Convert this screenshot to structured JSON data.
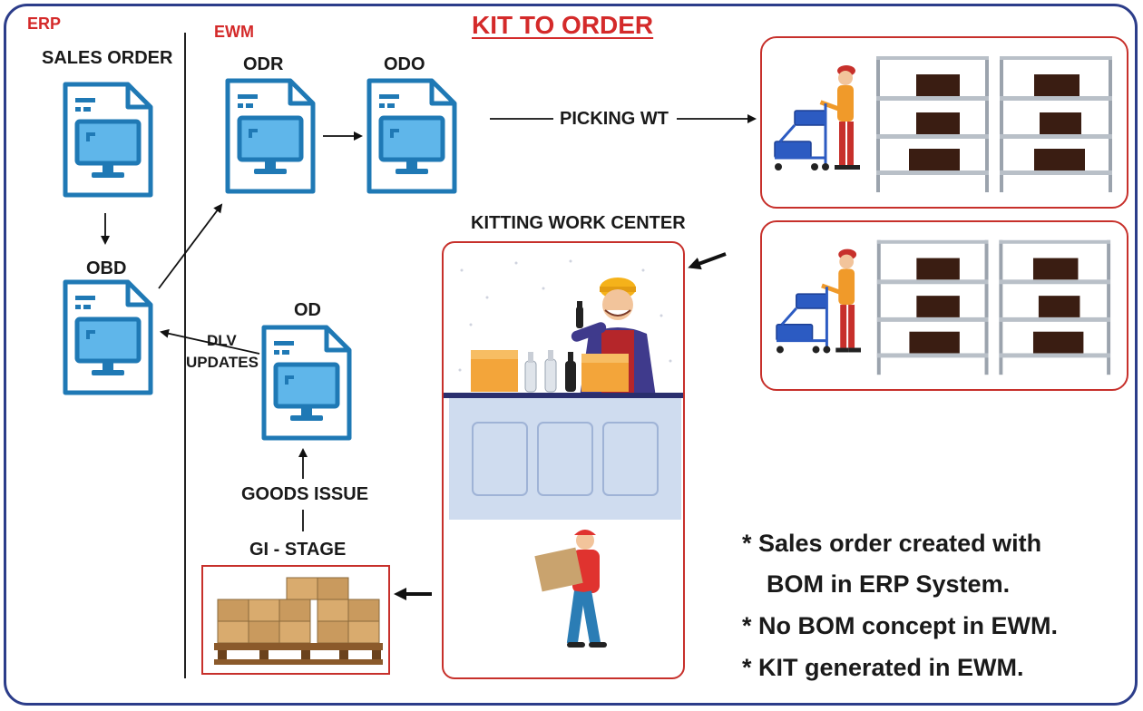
{
  "title": "KIT TO ORDER",
  "sections": {
    "erp": "ERP",
    "ewm": "EWM"
  },
  "docs": {
    "sales_order": "SALES ORDER",
    "obd": "OBD",
    "odr": "ODR",
    "odo": "ODO",
    "od": "OD"
  },
  "labels": {
    "picking_wt": "PICKING WT",
    "kitting_work_center": "KITTING WORK CENTER",
    "dlv": "DLV",
    "updates": "UPDATES",
    "goods_issue": "GOODS ISSUE",
    "gi_stage": "GI - STAGE"
  },
  "notes": [
    "* Sales order created with",
    "BOM in ERP System.",
    "* No BOM concept in EWM.",
    "* KIT generated in EWM."
  ],
  "colors": {
    "accent_red": "#d42a2a",
    "frame_blue": "#2c3d8a",
    "doc_blue": "#1f79b5",
    "screen_blue": "#5fb6ea",
    "panel_border": "#c7302b"
  },
  "icons": [
    "document-monitor-icon",
    "warehouse-shelf-icon",
    "worker-cart-icon",
    "kitting-worker-icon",
    "box-carrier-icon",
    "pallet-boxes-icon"
  ]
}
